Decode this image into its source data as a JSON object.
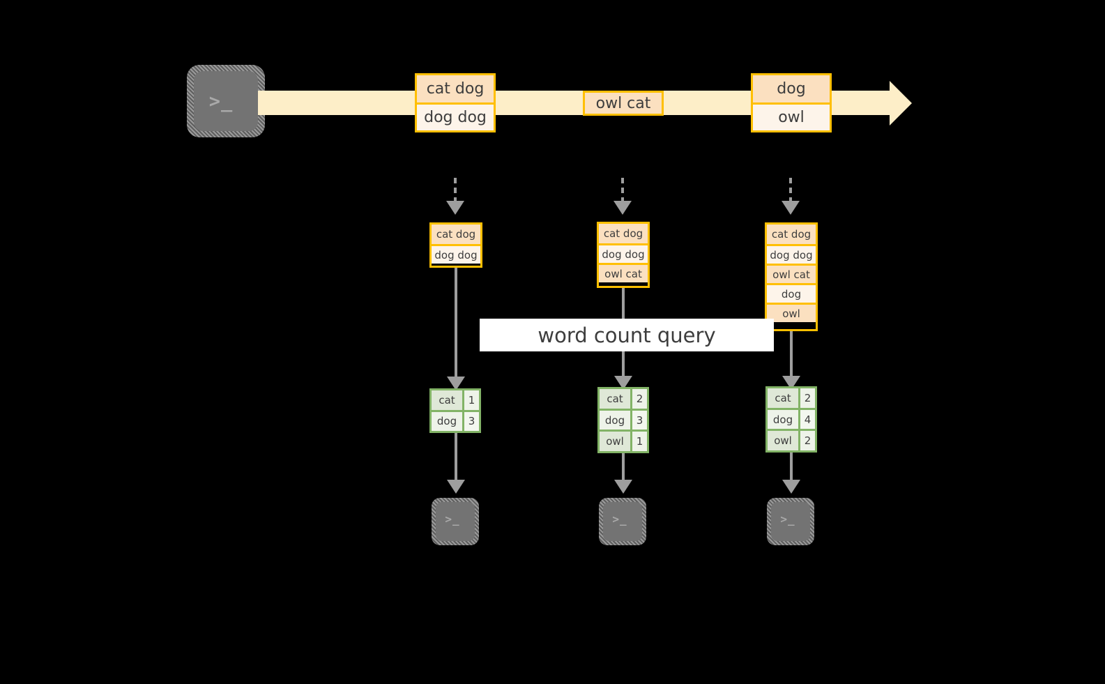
{
  "diagram": {
    "title_banner": {
      "label": "word count query"
    },
    "colors": {
      "background": "#000000",
      "event_border": "#ffbf00",
      "event_fill_dark": "#fbe0c0",
      "event_fill_light": "#fdf4ea",
      "stream_band": "#fdeec8",
      "result_border": "#82b366",
      "result_fill_key": "#dfe8d7",
      "result_fill_val": "#eef3e9",
      "connector": "#9e9e9e",
      "terminal_body": "#737373",
      "text": "#3d3d3d",
      "banner_fill": "#ffffff"
    },
    "source": {
      "icon": "terminal-icon",
      "glyph": ">_"
    },
    "stream": {
      "icon": "stream-arrow-icon",
      "events": [
        {
          "id": "event-group-1",
          "cells": [
            {
              "label": "cat dog",
              "shade": "dark"
            },
            {
              "label": "dog dog",
              "shade": "light"
            }
          ]
        },
        {
          "id": "event-group-2",
          "cells": [
            {
              "label": "owl cat",
              "shade": "dark"
            }
          ]
        },
        {
          "id": "event-group-3",
          "cells": [
            {
              "label": "dog",
              "shade": "dark"
            },
            {
              "label": "owl",
              "shade": "light"
            }
          ]
        }
      ]
    },
    "snapshots": [
      {
        "id": "snapshot-1",
        "rows": [
          {
            "label": "cat dog",
            "shade": "dark"
          },
          {
            "label": "dog dog",
            "shade": "light"
          }
        ]
      },
      {
        "id": "snapshot-2",
        "rows": [
          {
            "label": "cat dog",
            "shade": "dark"
          },
          {
            "label": "dog dog",
            "shade": "light"
          },
          {
            "label": "owl cat",
            "shade": "dark"
          }
        ]
      },
      {
        "id": "snapshot-3",
        "rows": [
          {
            "label": "cat dog",
            "shade": "dark"
          },
          {
            "label": "dog dog",
            "shade": "light"
          },
          {
            "label": "owl cat",
            "shade": "dark"
          },
          {
            "label": "dog",
            "shade": "light"
          },
          {
            "label": "owl",
            "shade": "dark"
          }
        ]
      }
    ],
    "results": [
      {
        "id": "result-1",
        "rows": [
          {
            "word": "cat",
            "count": "1"
          },
          {
            "word": "dog",
            "count": "3"
          }
        ]
      },
      {
        "id": "result-2",
        "rows": [
          {
            "word": "cat",
            "count": "2"
          },
          {
            "word": "dog",
            "count": "3"
          },
          {
            "word": "owl",
            "count": "1"
          }
        ]
      },
      {
        "id": "result-3",
        "rows": [
          {
            "word": "cat",
            "count": "2"
          },
          {
            "word": "dog",
            "count": "4"
          },
          {
            "word": "owl",
            "count": "2"
          }
        ]
      }
    ],
    "sinks": [
      {
        "id": "sink-1",
        "icon": "terminal-icon",
        "glyph": ">_"
      },
      {
        "id": "sink-2",
        "icon": "terminal-icon",
        "glyph": ">_"
      },
      {
        "id": "sink-3",
        "icon": "terminal-icon",
        "glyph": ">_"
      }
    ]
  }
}
